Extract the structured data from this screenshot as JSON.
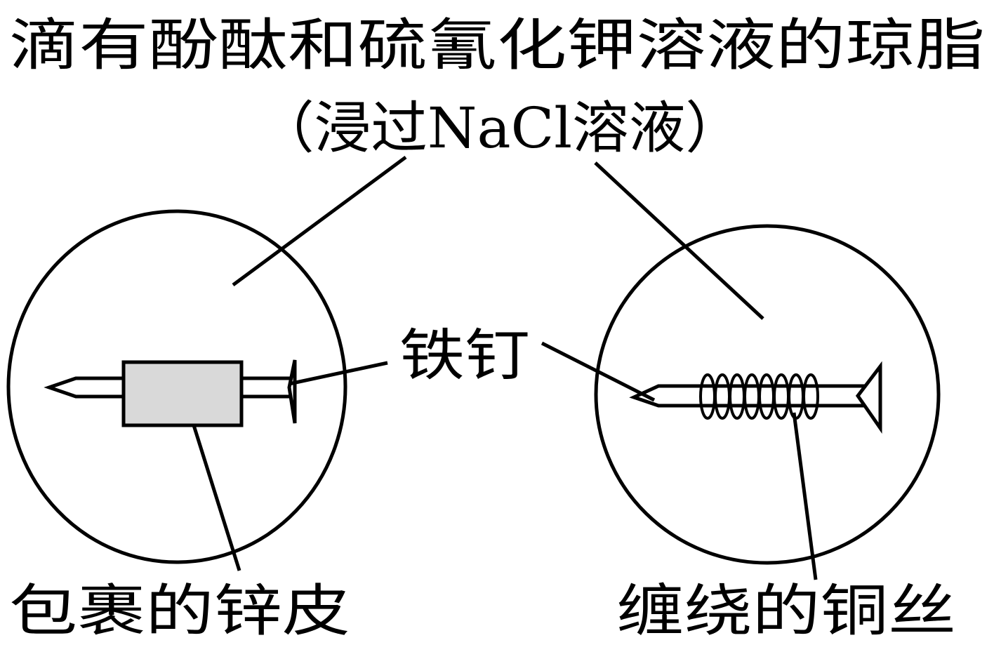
{
  "labels": {
    "agar_line1": "滴有酚酞和硫氰化钾溶液的琼脂",
    "agar_line2": "（浸过NaCl溶液）",
    "iron_nail": "铁钉",
    "zinc_wrap": "包裹的锌皮",
    "copper_wire": "缠绕的铜丝"
  },
  "colors": {
    "zinc_fill": "#d9d9d9",
    "stroke": "#000000",
    "background": "#ffffff"
  }
}
